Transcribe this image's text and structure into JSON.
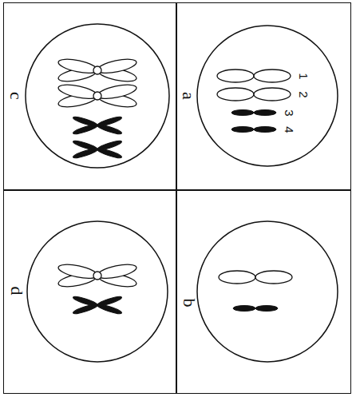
{
  "diagram": {
    "nodes": [
      {
        "text": [
          "c"
        ]
      },
      {
        "text": [
          "a"
        ]
      },
      {
        "text": [
          "d"
        ]
      },
      {
        "text": [
          "b"
        ]
      }
    ],
    "labels": [
      "1",
      "2",
      "3",
      "4"
    ]
  }
}
